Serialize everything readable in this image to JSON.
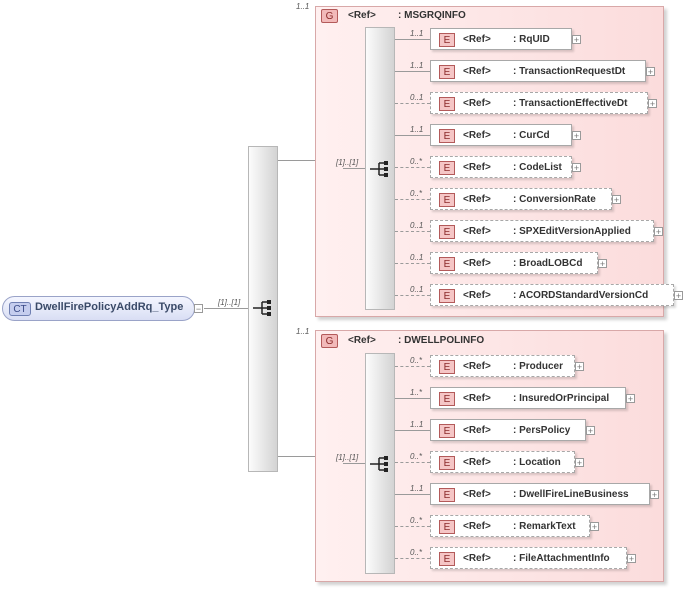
{
  "complex_type": {
    "badge": "CT",
    "name": "DwellFirePolicyAddRq_Type"
  },
  "root_sequence": {
    "cardinality": "[1]..[1]"
  },
  "groups": [
    {
      "badge": "G",
      "ref": "<Ref>",
      "name": ": MSGRQINFO",
      "cardinality": "1..1",
      "sequence_cardinality": "[1]..[1]",
      "elements": [
        {
          "badge": "E",
          "ref": "<Ref>",
          "name": ": RqUID",
          "cardinality": "1..1",
          "optional": false
        },
        {
          "badge": "E",
          "ref": "<Ref>",
          "name": ": TransactionRequestDt",
          "cardinality": "1..1",
          "optional": false
        },
        {
          "badge": "E",
          "ref": "<Ref>",
          "name": ": TransactionEffectiveDt",
          "cardinality": "0..1",
          "optional": true
        },
        {
          "badge": "E",
          "ref": "<Ref>",
          "name": ": CurCd",
          "cardinality": "1..1",
          "optional": false
        },
        {
          "badge": "E",
          "ref": "<Ref>",
          "name": ": CodeList",
          "cardinality": "0..*",
          "optional": true
        },
        {
          "badge": "E",
          "ref": "<Ref>",
          "name": ": ConversionRate",
          "cardinality": "0..*",
          "optional": true
        },
        {
          "badge": "E",
          "ref": "<Ref>",
          "name": ": SPXEditVersionApplied",
          "cardinality": "0..1",
          "optional": true
        },
        {
          "badge": "E",
          "ref": "<Ref>",
          "name": ": BroadLOBCd",
          "cardinality": "0..1",
          "optional": true
        },
        {
          "badge": "E",
          "ref": "<Ref>",
          "name": ": ACORDStandardVersionCd",
          "cardinality": "0..1",
          "optional": true
        }
      ]
    },
    {
      "badge": "G",
      "ref": "<Ref>",
      "name": ": DWELLPOLINFO",
      "cardinality": "1..1",
      "sequence_cardinality": "[1]..[1]",
      "elements": [
        {
          "badge": "E",
          "ref": "<Ref>",
          "name": ": Producer",
          "cardinality": "0..*",
          "optional": true
        },
        {
          "badge": "E",
          "ref": "<Ref>",
          "name": ": InsuredOrPrincipal",
          "cardinality": "1..*",
          "optional": false
        },
        {
          "badge": "E",
          "ref": "<Ref>",
          "name": ": PersPolicy",
          "cardinality": "1..1",
          "optional": false
        },
        {
          "badge": "E",
          "ref": "<Ref>",
          "name": ": Location",
          "cardinality": "0..*",
          "optional": true
        },
        {
          "badge": "E",
          "ref": "<Ref>",
          "name": ": DwellFireLineBusiness",
          "cardinality": "1..1",
          "optional": false
        },
        {
          "badge": "E",
          "ref": "<Ref>",
          "name": ": RemarkText",
          "cardinality": "0..*",
          "optional": true
        },
        {
          "badge": "E",
          "ref": "<Ref>",
          "name": ": FileAttachmentInfo",
          "cardinality": "0..*",
          "optional": true
        }
      ]
    }
  ],
  "colors": {
    "group_fill": "#fbdcdc",
    "group_border": "#d8a8a8",
    "badge_fill": "#f5c6c6",
    "ct_fill": "#d9def4"
  }
}
